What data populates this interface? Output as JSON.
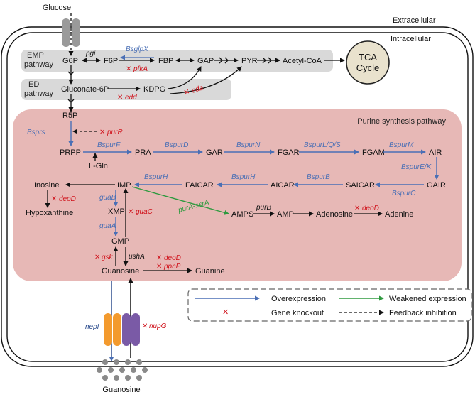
{
  "compartments": {
    "extracellular": "Extracellular",
    "intracellular": "Intracellular",
    "purine_region": "Purine synthesis pathway"
  },
  "pathways": {
    "emp_line1": "EMP",
    "emp_line2": "pathway",
    "ed_line1": "ED",
    "ed_line2": "pathway"
  },
  "metabolites": {
    "glucose_top": "Glucose",
    "g6p": "G6P",
    "f6p": "F6P",
    "fbp": "FBP",
    "gap": "GAP",
    "pyr": "PYR",
    "acetyl_coa": "Acetyl-CoA",
    "tca_line1": "TCA",
    "tca_line2": "Cycle",
    "gluconate6p": "Gluconate-6P",
    "kdpg": "KDPG",
    "r5p": "R5P",
    "prpp": "PRPP",
    "pra": "PRA",
    "gar": "GAR",
    "fgar": "FGAR",
    "fgam": "FGAM",
    "air": "AIR",
    "gair": "GAIR",
    "saicar": "SAICAR",
    "aicar": "AICAR",
    "faicar": "FAICAR",
    "imp": "IMP",
    "inosine": "Inosine",
    "hypoxanthine": "Hypoxanthine",
    "xmp": "XMP",
    "gmp": "GMP",
    "guanosine": "Guanosine",
    "guanine": "Guanine",
    "amps": "AMPS",
    "amp": "AMP",
    "adenosine": "Adenosine",
    "adenine": "Adenine",
    "l_gln": "L-Gln",
    "guanosine_bottom": "Guanosine"
  },
  "genes": {
    "pgi": "pgi",
    "bsglpx": "BsglpX",
    "pfka": "pfkA",
    "edd": "edd",
    "eda": "eda",
    "bsprs": "Bsprs",
    "purr": "purR",
    "bspurf": "BspurF",
    "bspurd": "BspurD",
    "bspurn": "BspurN",
    "bspurlqs": "BspurL/Q/S",
    "bspurm": "BspurM",
    "bspurek": "BspurE/K",
    "bspurc": "BspurC",
    "bspurb": "BspurB",
    "bspurh1": "BspurH",
    "bspurh2": "BspurH",
    "deod_inosine": "deoD",
    "guab": "guaB",
    "guac": "guaC",
    "guaa": "guaA",
    "pura_ssra": "purA-ssrA",
    "purb": "purB",
    "deod_adenosine": "deoD",
    "gsk": "gsk",
    "usha": "ushA",
    "deod_guanosine": "deoD",
    "ppnp": "ppnP",
    "nepi": "nepI",
    "nupg": "nupG"
  },
  "legend": {
    "overexpression": "Overexpression",
    "weakened": "Weakened expression",
    "knockout": "Gene knockout",
    "feedback": "Feedback inhibition"
  },
  "colors": {
    "overexpression": "#4a6fb5",
    "weakened": "#2e9a3f",
    "knockout": "#d0121b",
    "purine_fill": "#e7b8b6",
    "grey_band": "#d9d9d9",
    "tca_fill": "#e9e2cd",
    "orange_channel": "#f39a2e",
    "purple_channel": "#7a5aa6"
  }
}
